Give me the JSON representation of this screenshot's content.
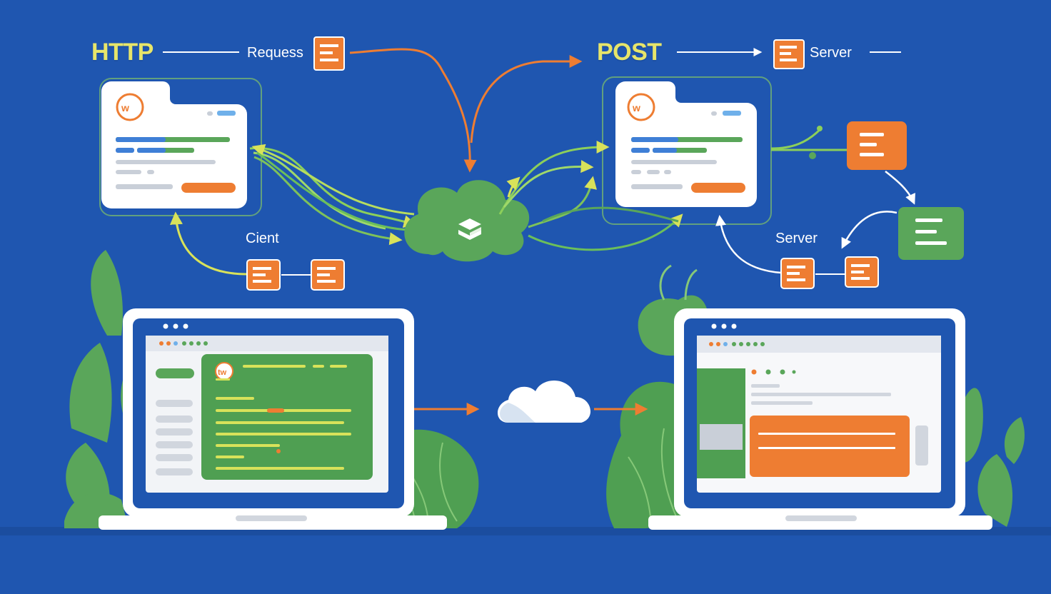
{
  "labels": {
    "http": "HTTP",
    "request": "Requess",
    "post": "POST",
    "server_top": "Server",
    "client": "Cient",
    "server_mid": "Server"
  },
  "colors": {
    "background": "#1f56b0",
    "accent_yellow": "#e7e56a",
    "orange": "#ee7d32",
    "green": "#5aa65a",
    "light_green": "#9bd35e",
    "window_white": "#ffffff",
    "bar_blue": "#3f7fd6",
    "bar_gray": "#c9cfd8"
  },
  "icons": {
    "cloud": "cloud-icon",
    "stack": "stack-layers-icon",
    "brand": "w-logo-icon",
    "document": "document-icon"
  }
}
